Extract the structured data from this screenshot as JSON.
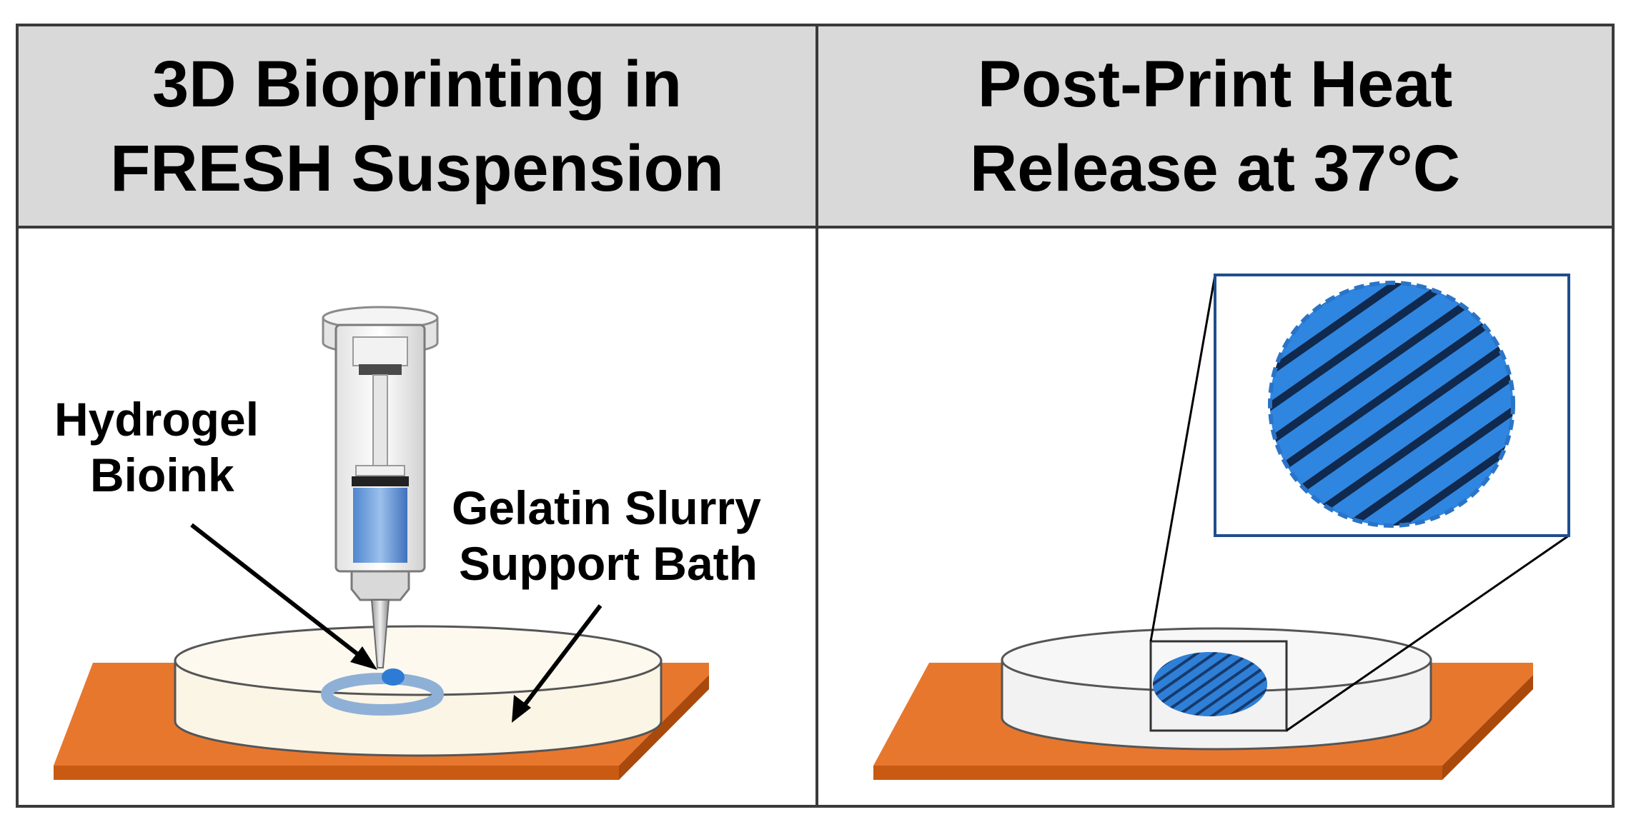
{
  "panels": [
    {
      "title_line1": "3D Bioprinting in",
      "title_line2": "FRESH Suspension",
      "labels": {
        "bioink_line1": "Hydrogel",
        "bioink_line2": "Bioink",
        "bath_line1": "Gelatin Slurry",
        "bath_line2": "Support Bath"
      }
    },
    {
      "title_line1": "Post-Print Heat",
      "title_line2": "Release at 37°C"
    }
  ],
  "colors": {
    "header_bg": "#d9d9d9",
    "plate": "#e8772e",
    "plate_edge": "#c85a12",
    "slurry": "#fbf5e6",
    "ink_blue": "#2e7bd6",
    "ring": "#8fb0d6",
    "zoom_box": "#1f4e8c"
  }
}
